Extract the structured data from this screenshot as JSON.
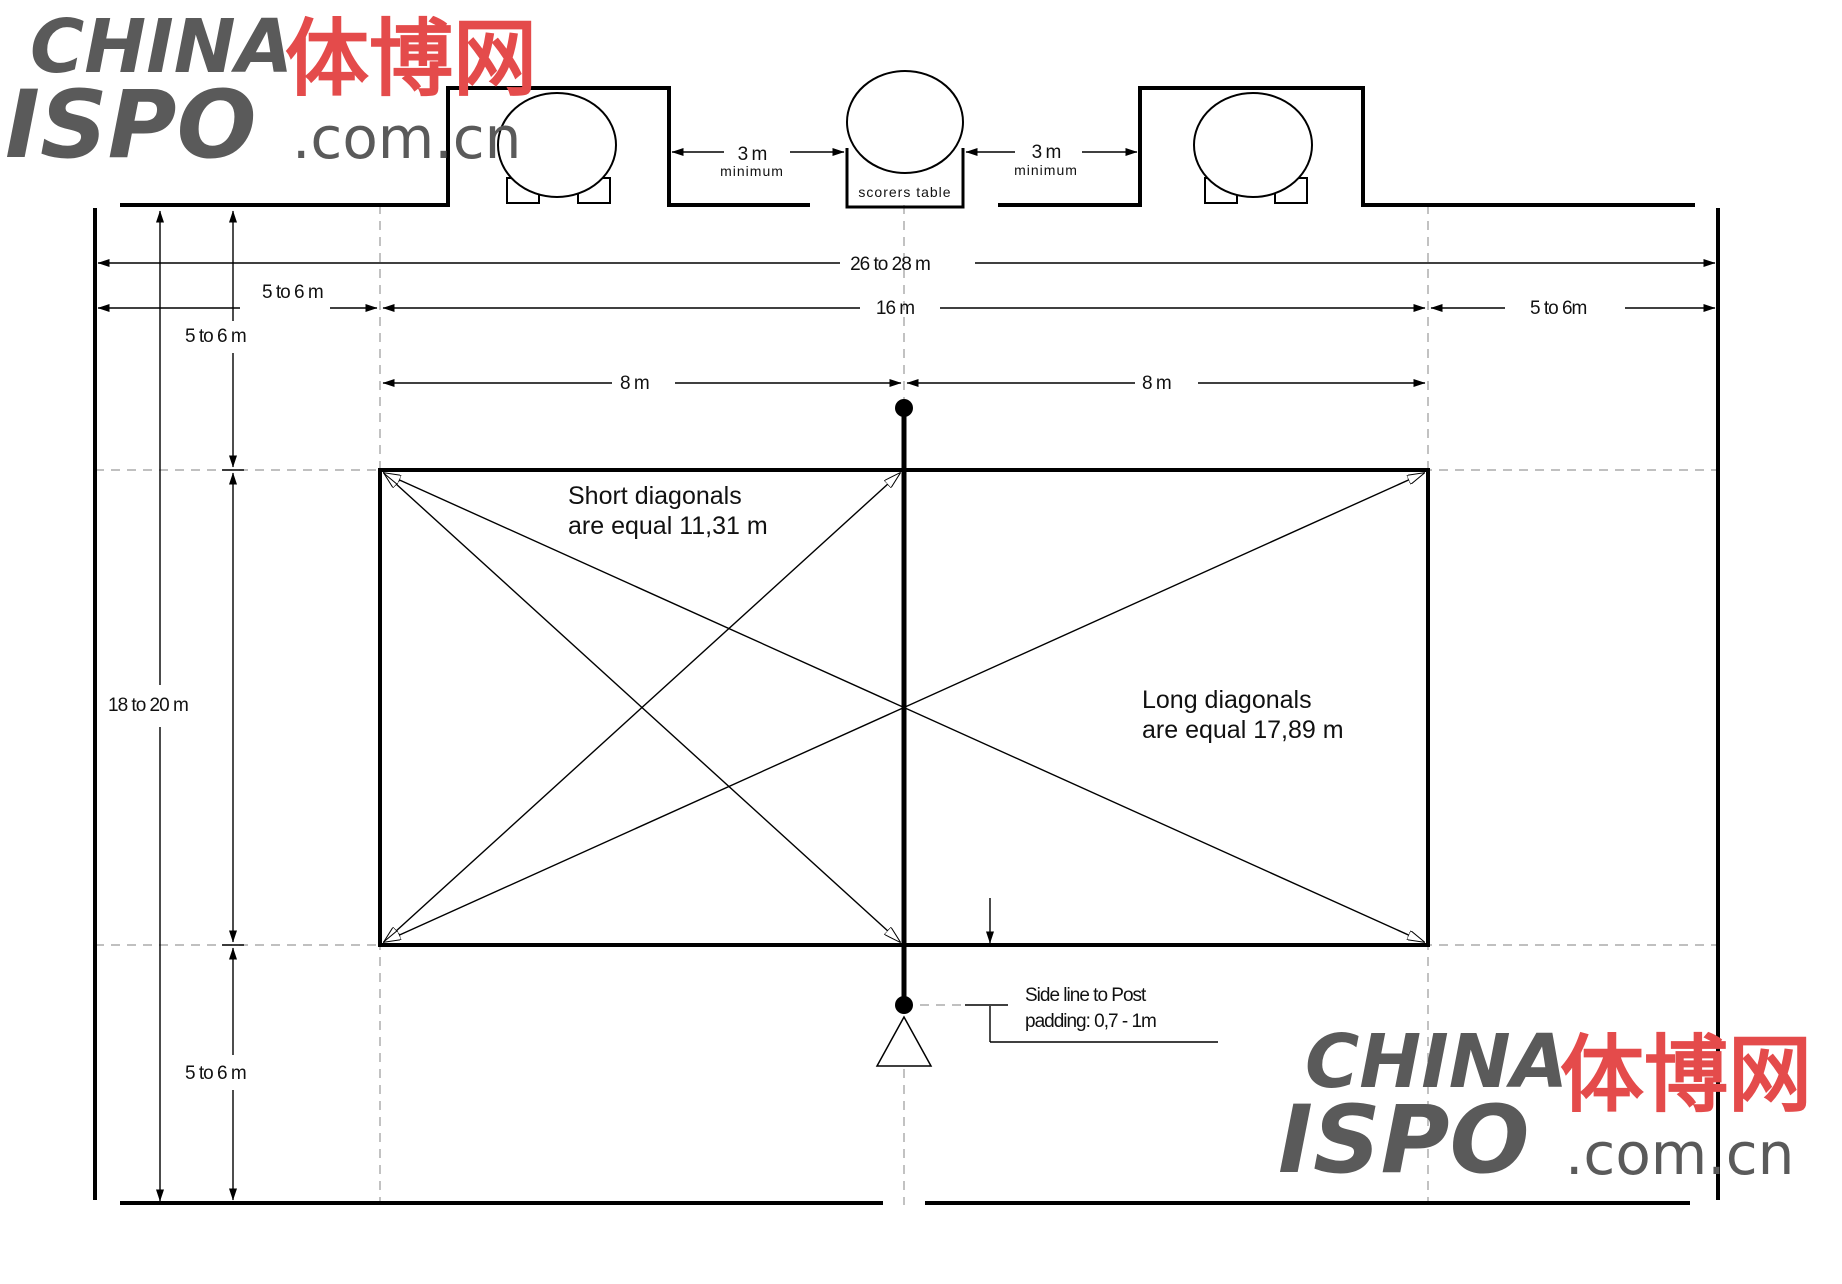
{
  "labels": {
    "overall_width": "26 to 28 m",
    "court_length": "16 m",
    "free_zone_left": "5 to 6 m",
    "free_zone_right": "5 to 6m",
    "half_left": "8 m",
    "half_right": "8 m",
    "free_zone_top": "5 to 6 m",
    "free_zone_bottom": "5 to 6 m",
    "overall_depth": "18 to 20 m",
    "bench_gap_left": "3 m",
    "bench_gap_left_sub": "minimum",
    "bench_gap_right": "3 m",
    "bench_gap_right_sub": "minimum",
    "scorers_table": "scorers table",
    "short_diag_1": "Short diagonals",
    "short_diag_2": "are equal 11,31 m",
    "long_diag_1": "Long diagonals",
    "long_diag_2": "are equal 17,89 m",
    "post_note_1": "Side line to Post",
    "post_note_2": "padding: 0,7 - 1m"
  },
  "watermark": {
    "line1": "CHINA",
    "line2": "ISPO",
    "domain": ".com.cn",
    "cjk": "体博网"
  },
  "colors": {
    "line": "#000000",
    "guide": "#9a9a9a",
    "logo_gray": "#5a5a5a",
    "logo_red": "#e44b4b"
  }
}
